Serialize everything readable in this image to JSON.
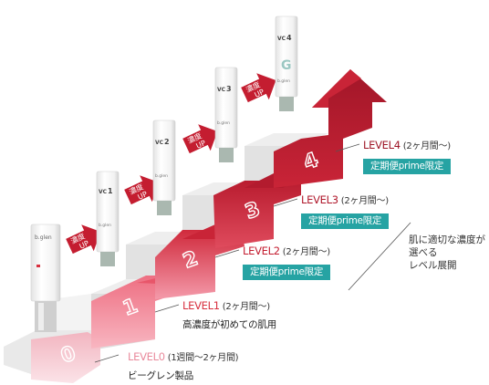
{
  "levels": [
    {
      "level": "LEVEL0",
      "duration": "(1週間〜2ヶ月間)",
      "desc": "ビーグレン製品",
      "color": "#e98a9c"
    },
    {
      "level": "LEVEL1",
      "duration": "(2ヶ月間〜)",
      "desc": "高濃度が初めての肌用",
      "color": "#d8303f"
    },
    {
      "level": "LEVEL2",
      "duration": "(2ヶ月間〜)",
      "badge": "定期便prime限定",
      "color": "#c41d30"
    },
    {
      "level": "LEVEL3",
      "duration": "(2ヶ月間〜)",
      "badge": "定期便prime限定",
      "color": "#b0192c"
    },
    {
      "level": "LEVEL4",
      "duration": "(2ヶ月間〜)",
      "badge": "定期便prime限定",
      "color": "#9e1526"
    }
  ],
  "step_numbers": [
    "0",
    "1",
    "2",
    "3",
    "4"
  ],
  "arrow_text": [
    "濃度",
    "UP"
  ],
  "side_note": [
    "肌に適切な濃度が",
    "選べる",
    "レベル展開"
  ],
  "products": [
    {
      "brand": "b.glen",
      "name": "",
      "num": ""
    },
    {
      "brand": "b.glen",
      "name": "VC",
      "num": "1"
    },
    {
      "brand": "b.glen",
      "name": "VC",
      "num": "2"
    },
    {
      "brand": "b.glen",
      "name": "VC",
      "num": "3"
    },
    {
      "brand": "b.glen",
      "name": "VC",
      "num": "4"
    }
  ],
  "colors": {
    "badge": "#26a3a3",
    "step_top": "#eeeeee",
    "step_side": "#d6d6d6",
    "arrow": "#b31b2e"
  }
}
